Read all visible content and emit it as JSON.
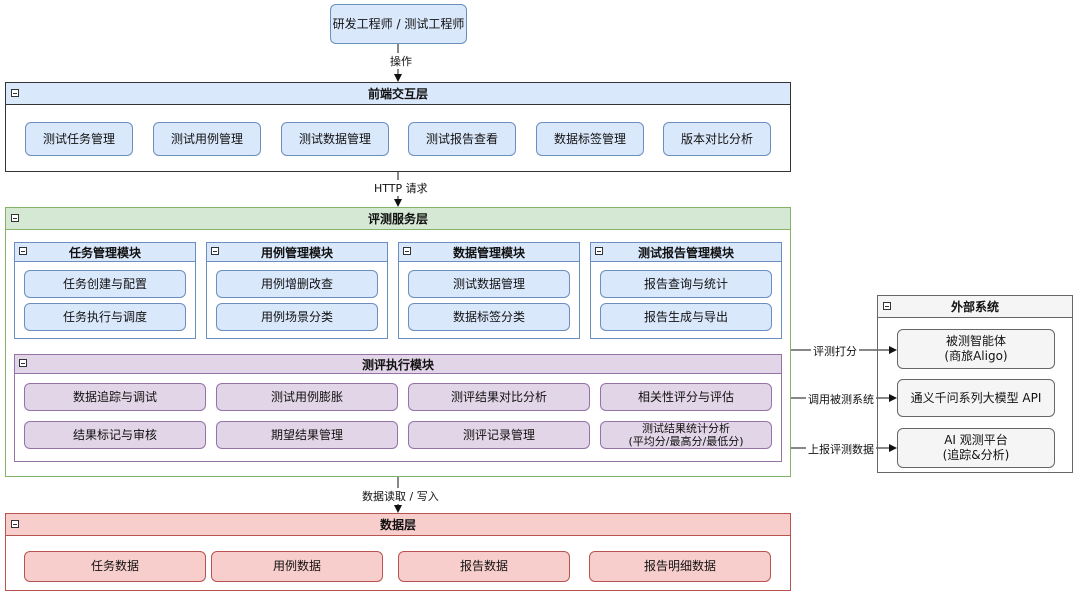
{
  "actor": {
    "label": "研发工程师 / 测试工程师"
  },
  "edges": {
    "operate": "操作",
    "http": "HTTP 请求",
    "data_rw": "数据读取 / 写入",
    "score": "评测打分",
    "call": "调用被测系统",
    "report": "上报评测数据"
  },
  "frontend": {
    "title": "前端交互层",
    "items": [
      "测试任务管理",
      "测试用例管理",
      "测试数据管理",
      "测试报告查看",
      "数据标签管理",
      "版本对比分析"
    ]
  },
  "service": {
    "title": "评测服务层",
    "modules": [
      {
        "title": "任务管理模块",
        "items": [
          "任务创建与配置",
          "任务执行与调度"
        ]
      },
      {
        "title": "用例管理模块",
        "items": [
          "用例增删改查",
          "用例场景分类"
        ]
      },
      {
        "title": "数据管理模块",
        "items": [
          "测试数据管理",
          "数据标签分类"
        ]
      },
      {
        "title": "测试报告管理模块",
        "items": [
          "报告查询与统计",
          "报告生成与导出"
        ]
      }
    ],
    "exec": {
      "title": "测评执行模块",
      "row1": [
        "数据追踪与调试",
        "测试用例膨胀",
        "测评结果对比分析",
        "相关性评分与评估"
      ],
      "row2": [
        "结果标记与审核",
        "期望结果管理",
        "测评记录管理",
        "测试结果统计分析\n(平均分/最高分/最低分)"
      ]
    }
  },
  "data_layer": {
    "title": "数据层",
    "items": [
      "任务数据",
      "用例数据",
      "报告数据",
      "报告明细数据"
    ]
  },
  "external": {
    "title": "外部系统",
    "items": [
      "被测智能体\n(商旅Aligo)",
      "通义千问系列大模型 API",
      "AI 观测平台\n(追踪&分析)"
    ]
  }
}
